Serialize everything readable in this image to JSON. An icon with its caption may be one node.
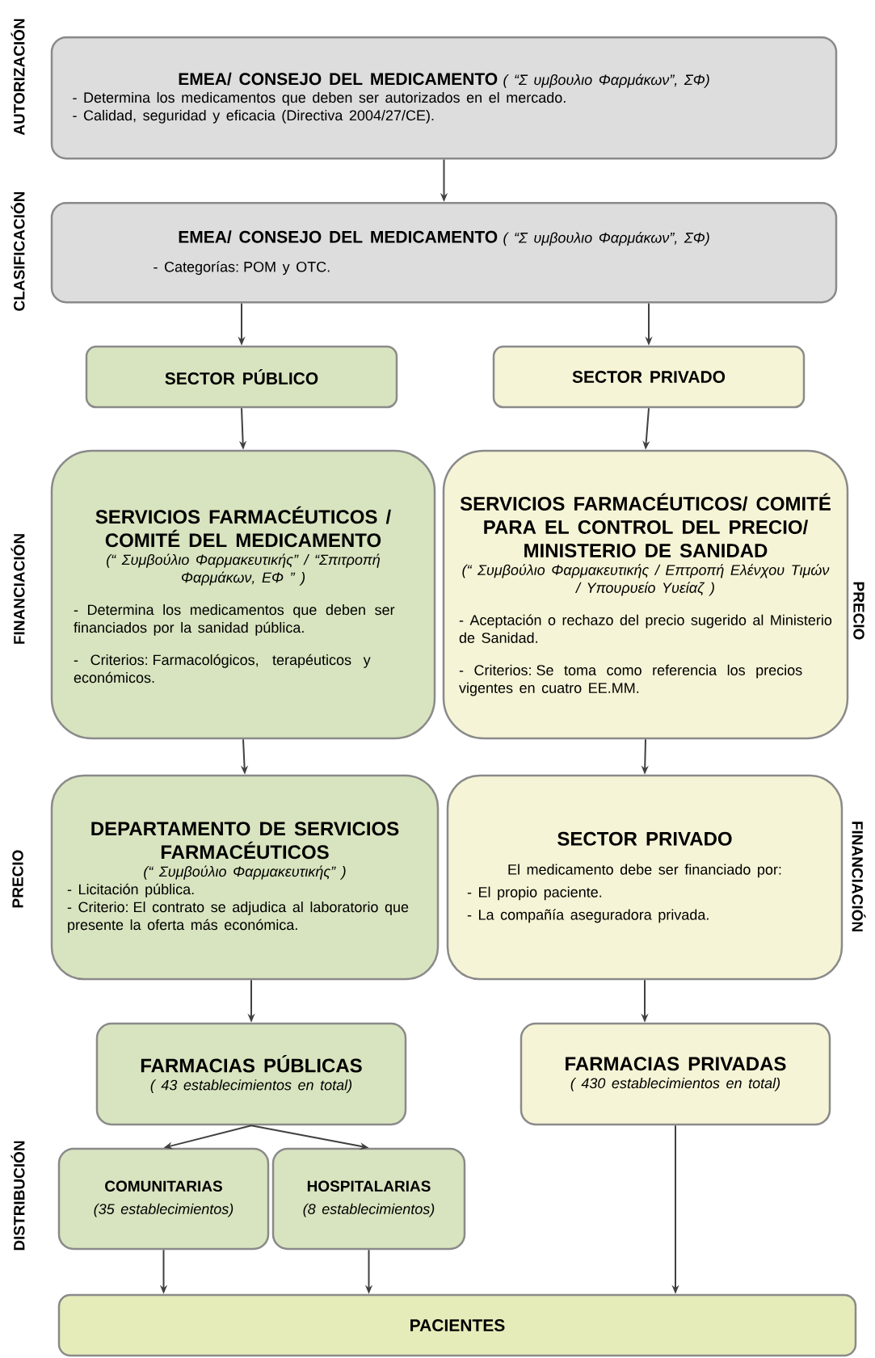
{
  "diagram": {
    "nodes": [
      {
        "text": [
          "EMEA/ CONSEJO DEL MEDICAMENTO",
          "( “Σ υμβουλιο Φαρμάκων”, ΣΦ)",
          "- Determina los medicamentos que deben ser autorizados en el mercado.",
          "- Calidad, seguridad y eficacia (Directiva 2004/27/CE)."
        ]
      },
      {
        "text": [
          "EMEA/ CONSEJO DEL MEDICAMENTO",
          "( “Σ υμβουλιο Φαρμάκων”, ΣΦ)",
          "- Categorías: POM y OTC."
        ]
      },
      {
        "text": [
          "SECTOR PÚBLICO"
        ]
      },
      {
        "text": [
          "SECTOR PRIVADO"
        ]
      },
      {
        "text": [
          "SERVICIOS FARMACÉUTICOS / COMITÉ DEL MEDICAMENTO",
          "(“ Συμβούλιο Φαρμακευτικής” / “Σπιτροπή Φαρμάκων, ΕΦ ” )",
          "- Determina los medicamentos que deben ser financiados por la sanidad pública.",
          "- Criterios: Farmacológicos, terapéuticos y económicos."
        ]
      },
      {
        "text": [
          "SERVICIOS FARMACÉUTICOS/ COMITÉ PARA EL CONTROL DEL PRECIO/ MINISTERIO DE SANIDAD",
          "(“ Συμβούλιο Φαρμακευτικής / Επτροπή Ελένχου Τιμών / Υπουρυείο Υυείαζ )",
          "- Aceptación o rechazo del precio sugerido al Ministerio de Sanidad.",
          "- Criterios: Se toma como referencia los precios vigentes en cuatro EE.MM."
        ]
      },
      {
        "text": [
          "DEPARTAMENTO DE SERVICIOS FARMACÉUTICOS",
          "(“ Συμβούλιο Φαρμακευτικής” )",
          "- Licitación pública.",
          "- Criterio: El contrato se adjudica al laboratorio que presente la oferta más económica."
        ]
      },
      {
        "text": [
          "SECTOR PRIVADO",
          "El medicamento debe ser financiado por:",
          "- El propio paciente.",
          "- La compañía aseguradora privada."
        ]
      },
      {
        "text": [
          "FARMACIAS PÚBLICAS",
          "( 43 establecimientos en total)"
        ]
      },
      {
        "text": [
          "FARMACIAS PRIVADAS",
          "( 430 establecimientos en total)"
        ]
      },
      {
        "text": [
          "COMUNITARIAS",
          "(35 establecimientos)"
        ]
      },
      {
        "text": [
          "HOSPITALARIAS",
          "(8 establecimientos)"
        ]
      },
      {
        "text": [
          "PACIENTES"
        ]
      }
    ],
    "edges": [
      {
        "from": 0,
        "to": 1,
        "arrow": "to"
      },
      {
        "from": 1,
        "to": 2,
        "arrow": "to"
      },
      {
        "from": 1,
        "to": 3,
        "arrow": "to"
      },
      {
        "from": 2,
        "to": 4,
        "arrow": "to"
      },
      {
        "from": 3,
        "to": 5,
        "arrow": "to"
      },
      {
        "from": 4,
        "to": 6,
        "arrow": "to"
      },
      {
        "from": 5,
        "to": 7,
        "arrow": "to"
      },
      {
        "from": 6,
        "to": 8,
        "arrow": "to"
      },
      {
        "from": 7,
        "to": 9,
        "arrow": "to"
      },
      {
        "from": 8,
        "to": 10,
        "arrow": "to"
      },
      {
        "from": 8,
        "to": 11,
        "arrow": "to"
      },
      {
        "from": 10,
        "to": 12,
        "arrow": "to"
      },
      {
        "from": 11,
        "to": 12,
        "arrow": "to"
      },
      {
        "from": 9,
        "to": 12,
        "arrow": "to"
      }
    ],
    "labels": [
      "AUTORIZACIÓN",
      "CLASIFICACIÓN",
      "FINANCIACIÓN",
      "PRECIO",
      "PRECIO",
      "FINANCIACIÓN",
      "DISTRIBUCIÓN"
    ]
  }
}
